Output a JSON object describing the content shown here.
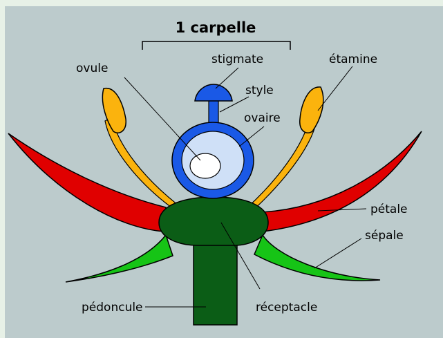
{
  "diagram": {
    "title": "1 carpelle",
    "labels": {
      "stigmate": "stigmate",
      "ovule": "ovule",
      "style": "style",
      "ovaire": "ovaire",
      "etamine": "étamine",
      "petale": "pétale",
      "sepale": "sépale",
      "pedoncule": "pédoncule",
      "receptacle": "réceptacle"
    }
  },
  "colors": {
    "page_background": "#e7f1e7",
    "panel": "#bccbcc",
    "petal": "#e00000",
    "sepal": "#16c416",
    "receptacle": "#0b5d16",
    "stamen": "#fbb30d",
    "carpel": "#1a59e6",
    "ovary_inner": "#cfe0f7",
    "ovule": "#ffffff"
  }
}
